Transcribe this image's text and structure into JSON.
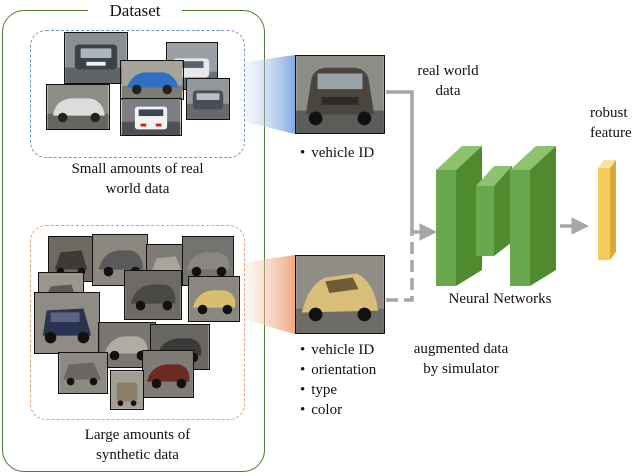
{
  "dataset": {
    "title": "Dataset",
    "real_caption_line1": "Small amounts of real",
    "real_caption_line2": "world data",
    "synthetic_caption_line1": "Large amounts of",
    "synthetic_caption_line2": "synthetic data"
  },
  "real_sample": {
    "bullets": [
      "vehicle ID"
    ],
    "label_line1": "real world",
    "label_line2": "data"
  },
  "synthetic_sample": {
    "bullets": [
      "vehicle ID",
      "orientation",
      "type",
      "color"
    ],
    "label_line1": "augmented data",
    "label_line2": "by simulator"
  },
  "network": {
    "label": "Neural Networks",
    "color": "#6aa84f"
  },
  "output": {
    "label_line1": "robust",
    "label_line2": "feature",
    "color": "#f4cc5c"
  },
  "colors": {
    "dataset_border": "#4e7d33",
    "real_dashed": "#6f96cc",
    "synthetic_dashed": "#e2a07a",
    "arrow_gray": "#a6a6a6"
  }
}
